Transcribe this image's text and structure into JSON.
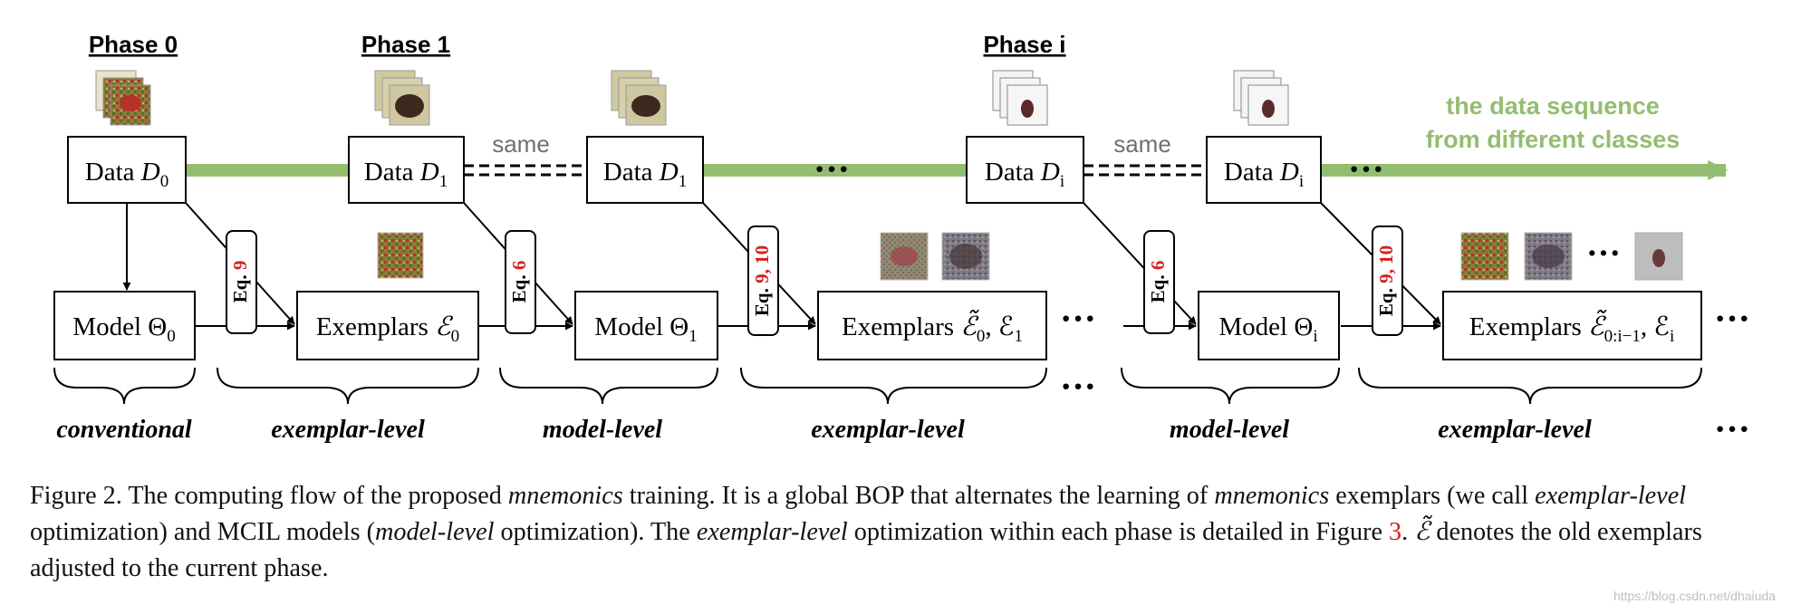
{
  "phases": [
    "Phase 0",
    "Phase 1",
    "Phase i"
  ],
  "stream_label": [
    "the data sequence",
    "from different classes"
  ],
  "same_label": "same",
  "data_boxes": [
    {
      "prefix": "Data ",
      "var": "D",
      "sub": "0"
    },
    {
      "prefix": "Data ",
      "var": "D",
      "sub": "1"
    },
    {
      "prefix": "Data ",
      "var": "D",
      "sub": "1"
    },
    {
      "prefix": "Data ",
      "var": "D",
      "sub": "i"
    },
    {
      "prefix": "Data ",
      "var": "D",
      "sub": "i"
    }
  ],
  "model_boxes": [
    {
      "prefix": "Model ",
      "var": "Θ",
      "sub": "0"
    },
    {
      "prefix": "Model ",
      "var": "Θ",
      "sub": "1"
    },
    {
      "prefix": "Model ",
      "var": "Θ",
      "sub": "i"
    }
  ],
  "exemplar_boxes": [
    {
      "prefix": "Exemplars ",
      "math": "ℰ",
      "sub": "0"
    },
    {
      "prefix": "Exemplars ",
      "math": "ℰ̃",
      "sub": "0",
      "rest": ", ℰ",
      "sub2": "1"
    },
    {
      "prefix": "Exemplars ",
      "math": "ℰ̃",
      "sub": "0:i−1",
      "rest": ", ℰ",
      "sub2": "i"
    }
  ],
  "eq_tags": [
    {
      "prefix": "Eq. ",
      "ref": "9"
    },
    {
      "prefix": "Eq. ",
      "ref": "6"
    },
    {
      "prefix": "Eq. ",
      "ref": "9, 10"
    },
    {
      "prefix": "Eq. ",
      "ref": "6"
    },
    {
      "prefix": "Eq. ",
      "ref": "9, 10"
    }
  ],
  "level_labels": [
    "conventional",
    "exemplar-level",
    "model-level",
    "exemplar-level",
    "model-level",
    "exemplar-level"
  ],
  "ellipsis": "···",
  "caption": {
    "p1": "Figure 2.  The computing flow of the proposed ",
    "i1": "mnemonics",
    "p2": " training. It is a global BOP that alternates the learning of ",
    "i2": "mnemonics",
    "p3": " exemplars (we call ",
    "i3": "exemplar-level",
    "p4": " optimization) and MCIL models (",
    "i4": "model-level",
    "p5": " optimization). The ",
    "i5": "exemplar-level",
    "p6": " optimization within each phase is detailed in Figure ",
    "ref": "3",
    "p7": ". ",
    "sym": "ℰ̃",
    "p8": " denotes the old exemplars adjusted to the current phase."
  },
  "watermark": "https://blog.csdn.net/dhaiuda",
  "colors": {
    "stream": "#93bd70",
    "ref": "#d62020",
    "label_gray": "#707070",
    "box_stroke": "#000000"
  }
}
